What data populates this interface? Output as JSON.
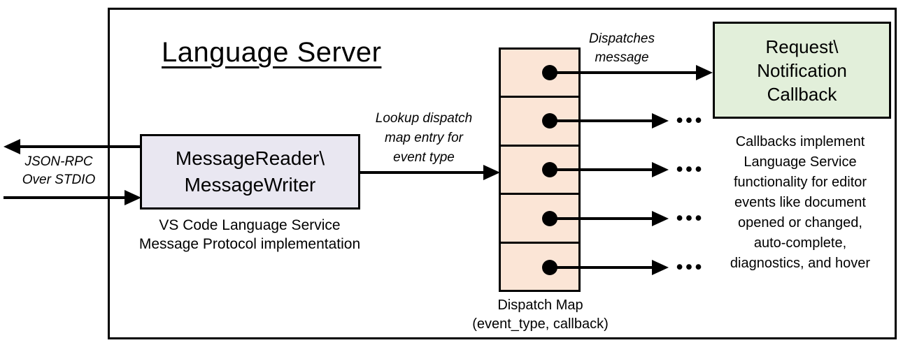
{
  "diagram": {
    "title": "Language Server",
    "io": {
      "label": "JSON-RPC\nOver STDIO"
    },
    "reader": {
      "label": "MessageReader\\\nMessageWriter",
      "caption": "VS Code Language Service\nMessage Protocol implementation",
      "fill": "#e9e7f1"
    },
    "lookup_label": "Lookup dispatch\nmap entry for\nevent type",
    "dispatch": {
      "dispatches_label": "Dispatches\nmessage",
      "map_label": "Dispatch Map\n(event_type, callback)",
      "rows": 5,
      "ellipsis": "•••",
      "fill": "#fbe5d6"
    },
    "callback": {
      "label": "Request\\\nNotification\nCallback",
      "note": "Callbacks implement\nLanguage Service\nfunctionality for editor\nevents like document\nopened or changed,\nauto-complete,\ndiagnostics, and hover",
      "fill": "#e2efda"
    },
    "colors": {
      "line": "#000000",
      "background": "#ffffff"
    }
  }
}
